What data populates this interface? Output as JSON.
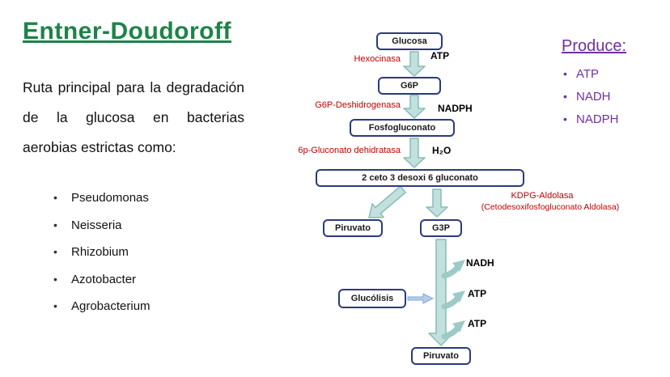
{
  "title": "Entner-Doudoroff",
  "description": "Ruta principal para la degradación de la glucosa en bacterias aerobias estrictas como:",
  "bacteria": [
    "Pseudomonas",
    "Neisseria",
    "Rhizobium",
    "Azotobacter",
    "Agrobacterium"
  ],
  "produce": {
    "title": "Produce:",
    "items": [
      "ATP",
      "NADH",
      "NADPH"
    ]
  },
  "pathway": {
    "nodes": {
      "glucosa": "Glucosa",
      "g6p": "G6P",
      "fosfogluconato": "Fosfogluconato",
      "kdpg": "2 ceto 3 desoxi 6 gluconato",
      "piruvato_left": "Piruvato",
      "g3p": "G3P",
      "glucolisis": "Glucólisis",
      "piruvato_bottom": "Piruvato"
    },
    "enzymes": {
      "hexocinasa": "Hexocinasa",
      "g6p_deshidrogenasa": "G6P-Deshidrogenasa",
      "gluconato_dehidratasa": "6p-Gluconato dehidratasa",
      "kdpg_aldolasa": "KDPG-Aldolasa",
      "kdpg_aldolasa_alt": "(Cetodesoxifosfogluconato Aldolasa)"
    },
    "products": {
      "atp1": "ATP",
      "nadph": "NADPH",
      "h2o": "H₂O",
      "nadh": "NADH",
      "atp2": "ATP",
      "atp3": "ATP"
    }
  },
  "colors": {
    "title_green": "#1d8348",
    "produce_purple": "#7030a0",
    "enzyme_red": "#c00000",
    "box_border": "#2b3a80",
    "arrow_fill": "#c2e0dd",
    "arrow_stroke": "#85bcb8"
  }
}
